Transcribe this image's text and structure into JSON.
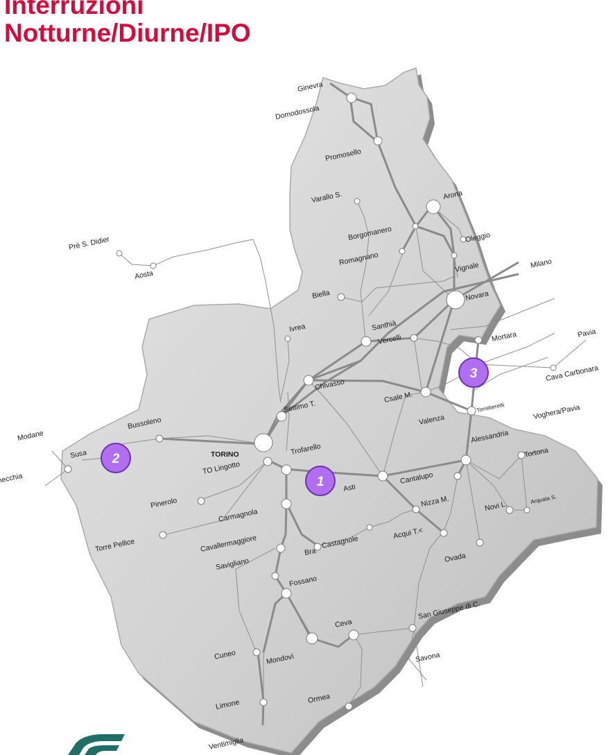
{
  "title": {
    "line1": "Interruzioni",
    "line2": "Notturne/Diurne/IPO"
  },
  "colors": {
    "title": "#d40c3c",
    "region": "#d6d6d6",
    "region_edge": "#8c8c8c",
    "rail": "#8a8a8a",
    "badge": "#b06ff0"
  },
  "cities": {
    "ginevra": "Ginevra",
    "domodossola": "Domodossola",
    "promosello": "Promosello",
    "arona": "Arona",
    "varallo": "Varallo S.",
    "borgomanero": "Borgomanero",
    "oleggio": "Oleggio",
    "romagnano": "Romagnano",
    "vignale": "Vignale",
    "milano": "Milano",
    "pre_s_didier": "Prè S. Didier",
    "aosta": "Aosta",
    "biella": "Biella",
    "novara": "Novara",
    "ivrea": "Ivrea",
    "santhia": "Santhià",
    "vercelli": "Vercelli",
    "mortara": "Mortara",
    "pavia": "Pavia",
    "cava_carbonara": "Cava Carbonara",
    "chivasso": "Chivasso",
    "settimo": "Settimo T.",
    "csale": "Csale M.",
    "torreberetti": "Torreberetti",
    "valenza": "Valenza",
    "voghera": "Voghera/Pavia",
    "modane": "Modane",
    "bussoleno": "Bussoleno",
    "susa": "Susa",
    "bardonecchia": "Bardonecchia",
    "torino": "TORINO",
    "to_lingotto": "TO Lingotto",
    "trofarello": "Trofarello",
    "alessandria": "Alessandria",
    "tortona": "Tortona",
    "asti": "Asti",
    "cantalupo": "Cantalupo",
    "pinerolo": "Pinerolo",
    "nizza": "Nizza M.",
    "novi": "Novi L.",
    "arquata": "Arquata S.",
    "carmagnola": "Carmagnola",
    "torre_pellice": "Torre Pellice",
    "cavallermaggiore": "Cavallermaggiore",
    "castagnole": "Castagnole",
    "acqui": "Acqui T.<",
    "bra": "Bra",
    "ovada": "Ovada",
    "savigliano": "Savigliano",
    "fossano": "Fossano",
    "ceva": "Ceva",
    "san_giuseppe": "San Giuseppe di C.",
    "cuneo": "Cuneo",
    "mondovi": "Mondovì",
    "savona": "Savona",
    "limone": "Limone",
    "ormea": "Ormea",
    "ventimiglia": "Ventimiglia"
  },
  "badges": [
    "1",
    "2",
    "3"
  ]
}
